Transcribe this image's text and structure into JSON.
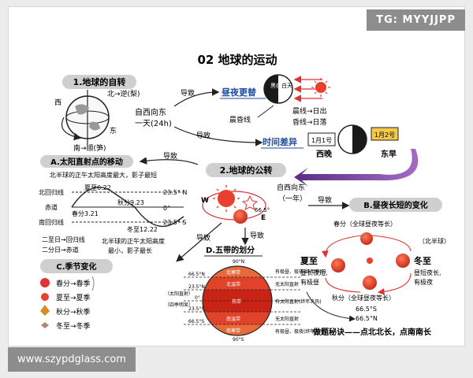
{
  "watermark_top": "TG: MYYJJPP",
  "watermark_bottom": "www.szypdglass.com",
  "title": "02 地球的运动",
  "s1": {
    "heading": "1.地球的自转",
    "north": "北→逆(梨)",
    "south": "南→顺(笋)",
    "west": "西",
    "east": "东",
    "dir1": "自西向东",
    "dir2": "一天(24h)",
    "lead1": "导致",
    "lead2": "导致",
    "daynight": "昼夜更替",
    "night_label": "黑夜",
    "day_label": "白天",
    "dawn": "晨昏线",
    "morning": "晨线→日出",
    "evening": "昏线→日落",
    "timediff": "时间差异",
    "date1": "1月1号",
    "date2": "1月2号",
    "west_late": "西晚",
    "east_early": "东早"
  },
  "sA": {
    "heading": "A.太阳直射点的移动",
    "lead": "导致",
    "note_top": "北半球的正午太阳高度最大，影子最短",
    "tropic_n": "北回归线",
    "equator": "赤道",
    "tropic_s": "南回归线",
    "xiazhi": "夏至6.22",
    "chunfen": "春分3.21",
    "qiufen": "秋分9.23",
    "dongzhi": "冬至12.22",
    "deg_n": "23.5° N",
    "deg_0": "0°",
    "deg_s": "23.5° S",
    "rule1": "二至日→回归线",
    "rule2": "二分日→赤道",
    "note_bottom1": "北半球的正午太阳高度",
    "note_bottom2": "最小，影子最长"
  },
  "s2": {
    "heading": "2.地球的公转",
    "dir1": "自西向东",
    "dir2": "（一年）",
    "lead": "导致",
    "w": "W",
    "e": "E",
    "angle": "66.5°",
    "lead_c": "导致",
    "lead_d": "导致"
  },
  "sB": {
    "heading": "B.昼夜长短的变化",
    "spring": "春分（全球昼夜等长）",
    "autumn": "秋分（全球昼夜等长）",
    "nh": "（北半球）",
    "summer_t": "夏至",
    "summer_d1": "昼长夜短,",
    "summer_d2": "有极昼",
    "winter_t": "冬至",
    "winter_d1": "昼短夜长,",
    "winter_d2": "有极夜",
    "lat1": "66.5°S",
    "lat2": "66.5°N",
    "tip": "做题秘诀——点北北长，点南南长"
  },
  "sC": {
    "heading": "C.季节变化",
    "items": [
      "春分→春季",
      "夏至→夏季",
      "秋分→秋季",
      "冬至→冬季"
    ]
  },
  "sD": {
    "heading": "D.五带的划分",
    "north_pole": "90°N",
    "south_pole": "90°S",
    "lat_665n": "66.5°N",
    "lat_235n": "23.5°N",
    "lat_0": "0°",
    "lat_235s": "23.5°S",
    "lat_665s": "66.5°S",
    "zone_nf": "北寒带",
    "zone_nt": "北温带",
    "zone_tr": "热带",
    "zone_st": "南温带",
    "zone_sf": "南寒带",
    "left_group": "（太阳直射）",
    "left_mid": "（四季明显）",
    "note_r1": "有极昼、极夜(终年寒冷)",
    "note_r2": "无太阳直射",
    "note_r3": "有太阳直射(终年炎热)",
    "note_r4": "无太阳直射",
    "note_r5": "有极昼、极夜(终年寒冷)"
  },
  "colors": {
    "sun": "#e8402e",
    "purple": "#7b3f98",
    "earth_red": "#d9452e",
    "label_blue": "#1f4ea1"
  }
}
